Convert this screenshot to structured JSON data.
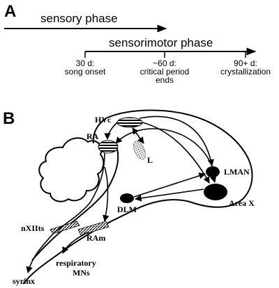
{
  "panel_a": {
    "letter": "A",
    "sensory_phase": "sensory phase",
    "sensorimotor_phase": "sensorimotor phase",
    "ticks": [
      {
        "line1": "30 d:",
        "line2": "song onset",
        "line3": ""
      },
      {
        "line1": "~60 d:",
        "line2": "critical period",
        "line3": "ends"
      },
      {
        "line1": "90+ d:",
        "line2": "crystallization",
        "line3": ""
      }
    ]
  },
  "panel_b": {
    "letter": "B",
    "labels": {
      "hvc": "HVc",
      "ra": "RA",
      "l": "L",
      "lman": "LMAN",
      "area_x": "Area X",
      "dlm": "DLM",
      "nxiits": "nXIIts",
      "ram": "RAm",
      "respiratory_line1": "respiratory",
      "respiratory_line2": "MNs",
      "syrinx": "syrinx"
    }
  }
}
